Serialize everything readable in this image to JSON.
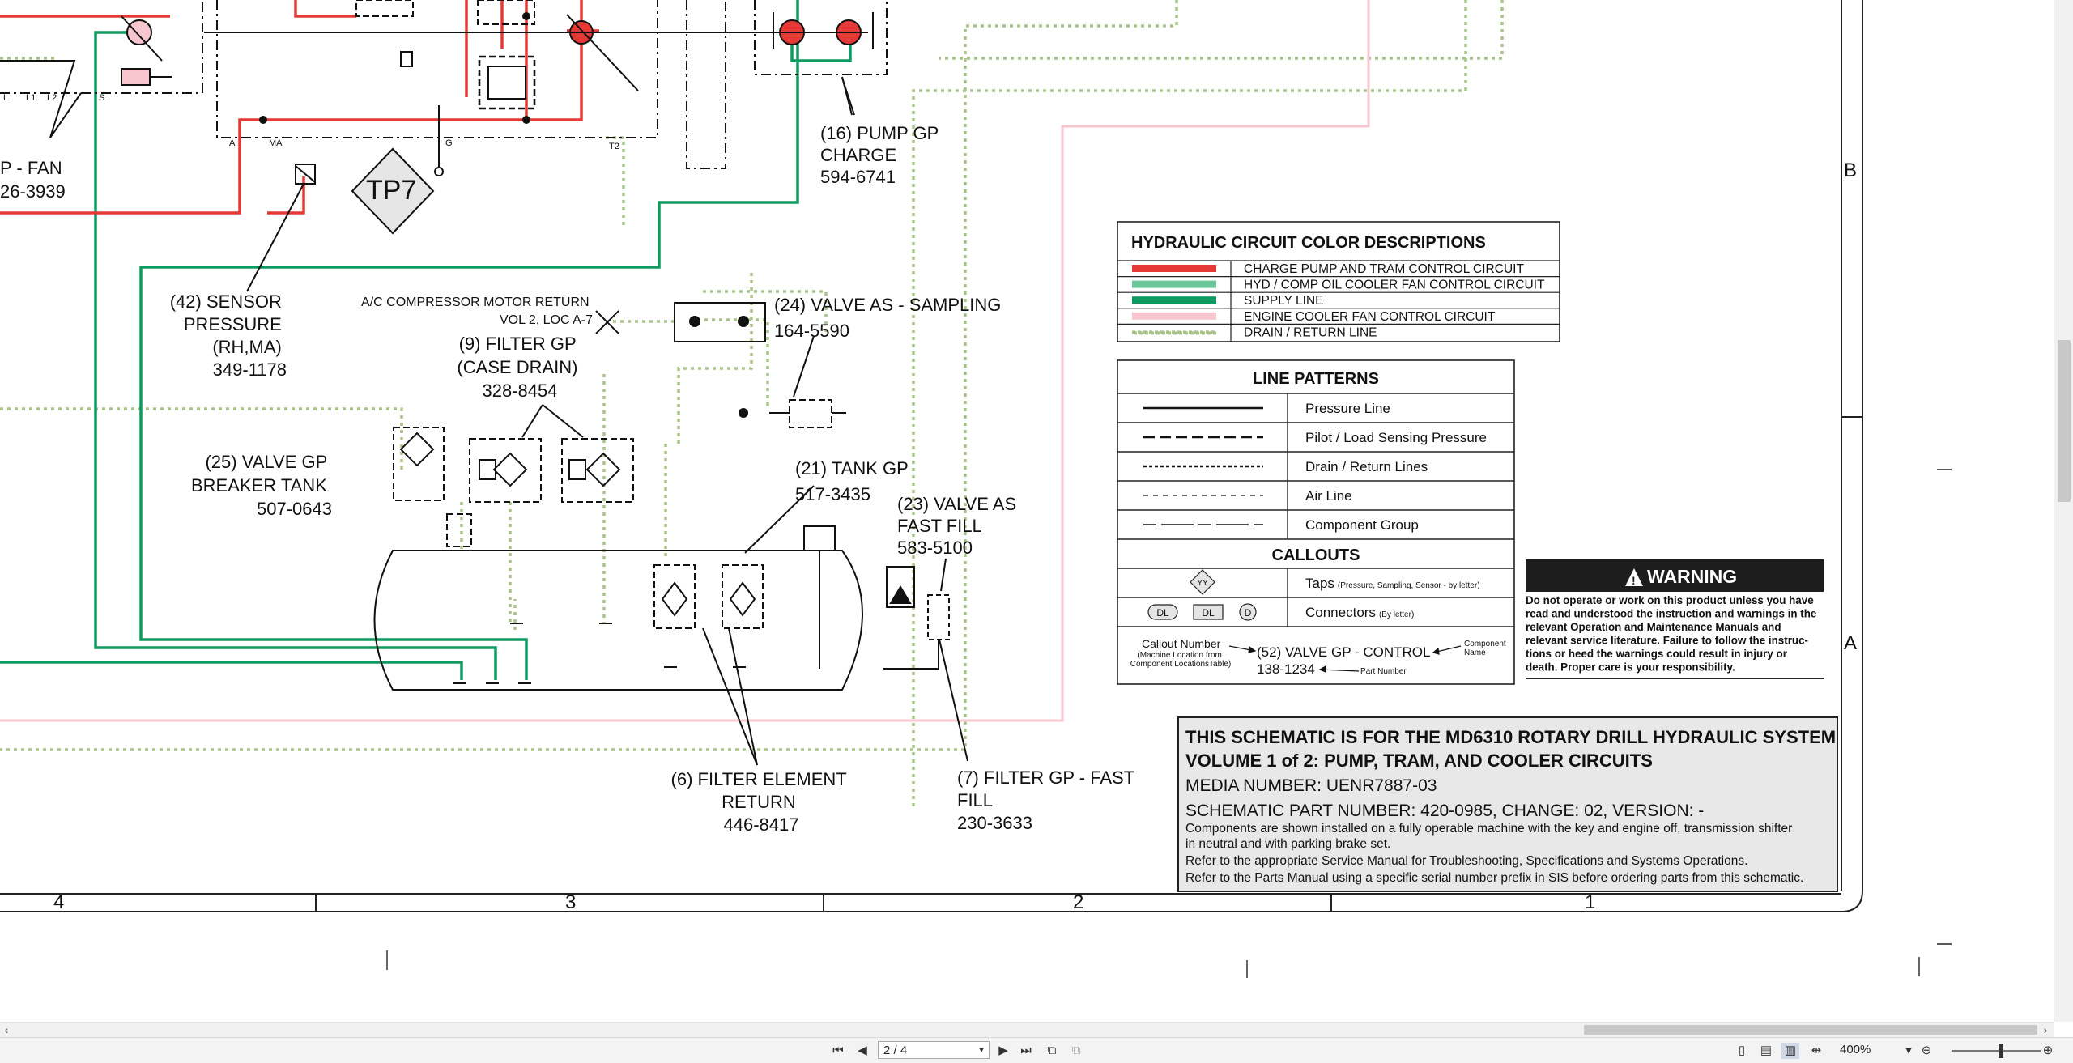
{
  "schematic": {
    "callouts": {
      "pump_charge": [
        "(16) PUMP GP",
        "CHARGE",
        "594-6741"
      ],
      "pump_fan": [
        "P - FAN",
        "26-3939"
      ],
      "sensor": [
        "(42) SENSOR",
        "PRESSURE",
        "(RH,MA)",
        "349-1178"
      ],
      "ac_return": [
        "A/C COMPRESSOR MOTOR RETURN",
        "VOL 2, LOC A-7"
      ],
      "valve_sampling": [
        "(24) VALVE AS - SAMPLING",
        "164-5590"
      ],
      "filter_case": [
        "(9) FILTER GP",
        "(CASE DRAIN)",
        "328-8454"
      ],
      "valve_breaker": [
        "(25) VALVE GP",
        "BREAKER TANK",
        "507-0643"
      ],
      "tank": [
        "(21) TANK GP",
        "517-3435"
      ],
      "valve_fastfill": [
        "(23) VALVE AS",
        "FAST FILL",
        "583-5100"
      ],
      "filter_element": [
        "(6) FILTER ELEMENT",
        "RETURN",
        "446-8417"
      ],
      "filter_fastfill": [
        "(7) FILTER GP - FAST",
        "FILL",
        "230-3633"
      ]
    },
    "tap_label": "TP7",
    "port_labels": {
      "L": "L",
      "L1": "L1",
      "L2": "L2",
      "S": "S",
      "A": "A",
      "MA": "MA",
      "G": "G",
      "T2": "T2"
    },
    "zone_letters": {
      "b": "B",
      "a": "A"
    },
    "zone_numbers": [
      "4",
      "3",
      "2",
      "1"
    ],
    "color_legend": {
      "title": "HYDRAULIC CIRCUIT COLOR DESCRIPTIONS",
      "rows": [
        {
          "label": "CHARGE PUMP AND TRAM CONTROL CIRCUIT",
          "color": "#e53935"
        },
        {
          "label": "HYD / COMP OIL COOLER FAN CONTROL CIRCUIT",
          "color": "#6cc79a"
        },
        {
          "label": "SUPPLY LINE",
          "color": "#0f9a60"
        },
        {
          "label": "ENGINE COOLER FAN CONTROL CIRCUIT",
          "color": "#f7c6cf"
        },
        {
          "label": "DRAIN / RETURN LINE",
          "color": "#a9c48a"
        }
      ]
    },
    "line_patterns": {
      "title": "LINE PATTERNS",
      "rows": [
        "Pressure Line",
        "Pilot / Load Sensing Pressure",
        "Drain / Return Lines",
        "Air Line",
        "Component Group"
      ],
      "callouts_title": "CALLOUTS",
      "taps_label": "Taps",
      "taps_note": "(Pressure, Sampling, Sensor - by letter)",
      "tap_sym": "YY",
      "connectors_label": "Connectors",
      "connectors_note": "(By letter)",
      "conn_syms": [
        "DL",
        "DL",
        "D"
      ],
      "callout_number_label": "Callout Number",
      "callout_number_note": [
        "(Machine Location from",
        "Component LocationsTable)"
      ],
      "callout_example": "(52) VALVE GP - CONTROL",
      "component_name_label": [
        "Component",
        "Name"
      ],
      "part_example": "138-1234",
      "part_number_label": "Part Number"
    },
    "warning": {
      "title": "WARNING",
      "lines": [
        "Do not operate or work on this product unless you have",
        "read and understood the instruction and warnings in the",
        "relevant Operation and Maintenance Manuals and",
        "relevant service literature. Failure to follow the instruc-",
        "tions or heed the warnings could result in injury or",
        "death. Proper care is your responsibility."
      ]
    },
    "title_block": {
      "line1": "THIS SCHEMATIC IS FOR THE MD6310 ROTARY DRILL HYDRAULIC SYSTEM",
      "line2": "VOLUME 1 of 2: PUMP, TRAM, AND COOLER CIRCUITS",
      "media": "MEDIA NUMBER: UENR7887-03",
      "part": "SCHEMATIC PART NUMBER: 420-0985, CHANGE: 02, VERSION: -",
      "notes": [
        "Components are shown installed on a fully operable machine with the key and engine off, transmission shifter",
        "in neutral and with parking brake set.",
        "Refer to the appropriate Service Manual for Troubleshooting, Specifications and Systems Operations.",
        "Refer to the Parts Manual using a specific serial number prefix in SIS before ordering parts from this schematic."
      ]
    }
  },
  "viewer": {
    "page_indicator": "2 / 4",
    "zoom": "400%",
    "icons": [
      "first-page-icon",
      "prev-page-icon",
      "next-page-icon",
      "last-page-icon"
    ]
  }
}
